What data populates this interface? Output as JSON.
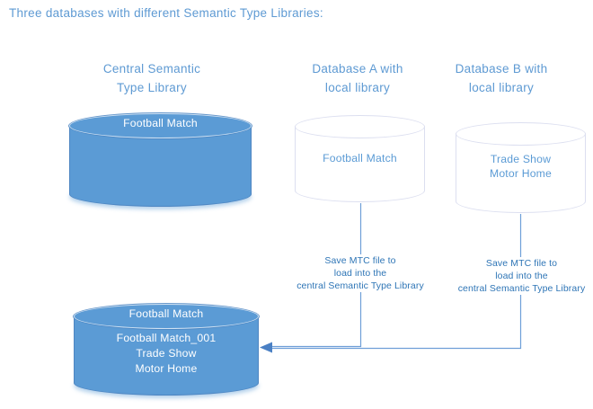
{
  "title": "Three databases with different Semantic Type Libraries:",
  "columns": {
    "central": {
      "header": [
        "Central Semantic",
        "Type Library"
      ]
    },
    "db_a": {
      "header": [
        "Database A with",
        "local library"
      ]
    },
    "db_b": {
      "header": [
        "Database B with",
        "local library"
      ]
    }
  },
  "cylinders": {
    "central_library": {
      "label": "Football Match"
    },
    "db_a": {
      "lines": [
        "Football Match"
      ]
    },
    "db_b": {
      "lines": [
        "Trade Show",
        "Motor Home"
      ]
    },
    "merged_library": {
      "label": "Football Match",
      "lines": [
        "Football Match_001",
        "Trade Show",
        "Motor Home"
      ]
    }
  },
  "notes": {
    "save_a": [
      "Save MTC file to",
      "load into the",
      "central Semantic Type Library"
    ],
    "save_b": [
      "Save MTC file to",
      "load into the",
      "central Semantic Type Library"
    ]
  },
  "colors": {
    "heading_blue": "#5e9ad3",
    "cylinder_fill_blue": "#5b9bd5",
    "cylinder_outline_light": "#dcdff0",
    "note_text_blue": "#2e75b6",
    "connector_line": "#6f9fd8",
    "arrowhead": "#4a80c4"
  }
}
